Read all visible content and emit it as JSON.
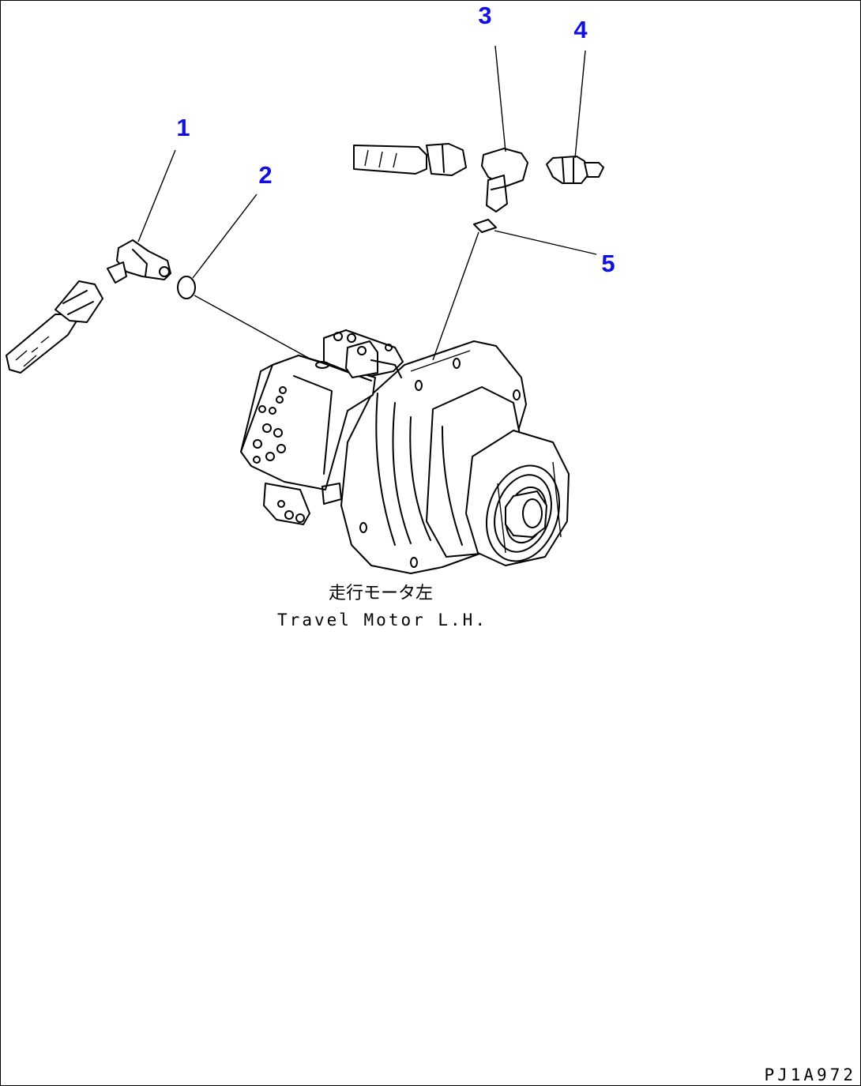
{
  "callouts": [
    "1",
    "2",
    "3",
    "4",
    "5"
  ],
  "caption": {
    "jp": "走行モータ左",
    "en": "Travel Motor L.H."
  },
  "drawing_code": "PJ1A972",
  "colors": {
    "callout": "#1010e0",
    "line": "#000000",
    "background": "#ffffff"
  }
}
